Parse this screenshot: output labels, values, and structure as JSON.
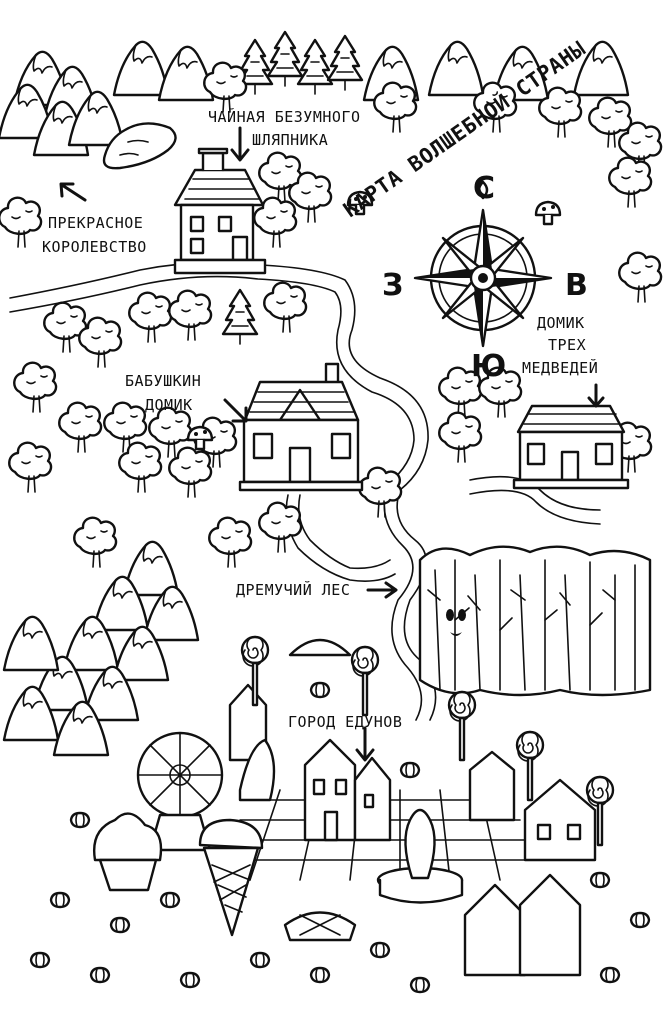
{
  "map": {
    "title": "КАРТА ВОЛШЕБНОЙ СТРАНЫ",
    "compass": {
      "north": "С",
      "south": "Ю",
      "west": "З",
      "east": "В"
    },
    "places": {
      "mad_hatter_tea": [
        "ЧАЙНАЯ БЕЗУМНОГО",
        "ШЛЯПНИКА"
      ],
      "beautiful_kingdom": [
        "ПРЕКРАСНОЕ",
        "КОРОЛЕВСТВО"
      ],
      "three_bears_house": [
        "ДОМИК",
        "ТРЕХ",
        "МЕДВЕДЕЙ"
      ],
      "grandma_house": [
        "БАБУШКИН",
        "ДОМИК"
      ],
      "dark_forest": "ДРЕМУЧИЙ ЛЕС",
      "sweet_town": "ГОРОД ЕДУНОВ"
    },
    "style": {
      "ink": "#111111",
      "paper": "#ffffff"
    }
  }
}
